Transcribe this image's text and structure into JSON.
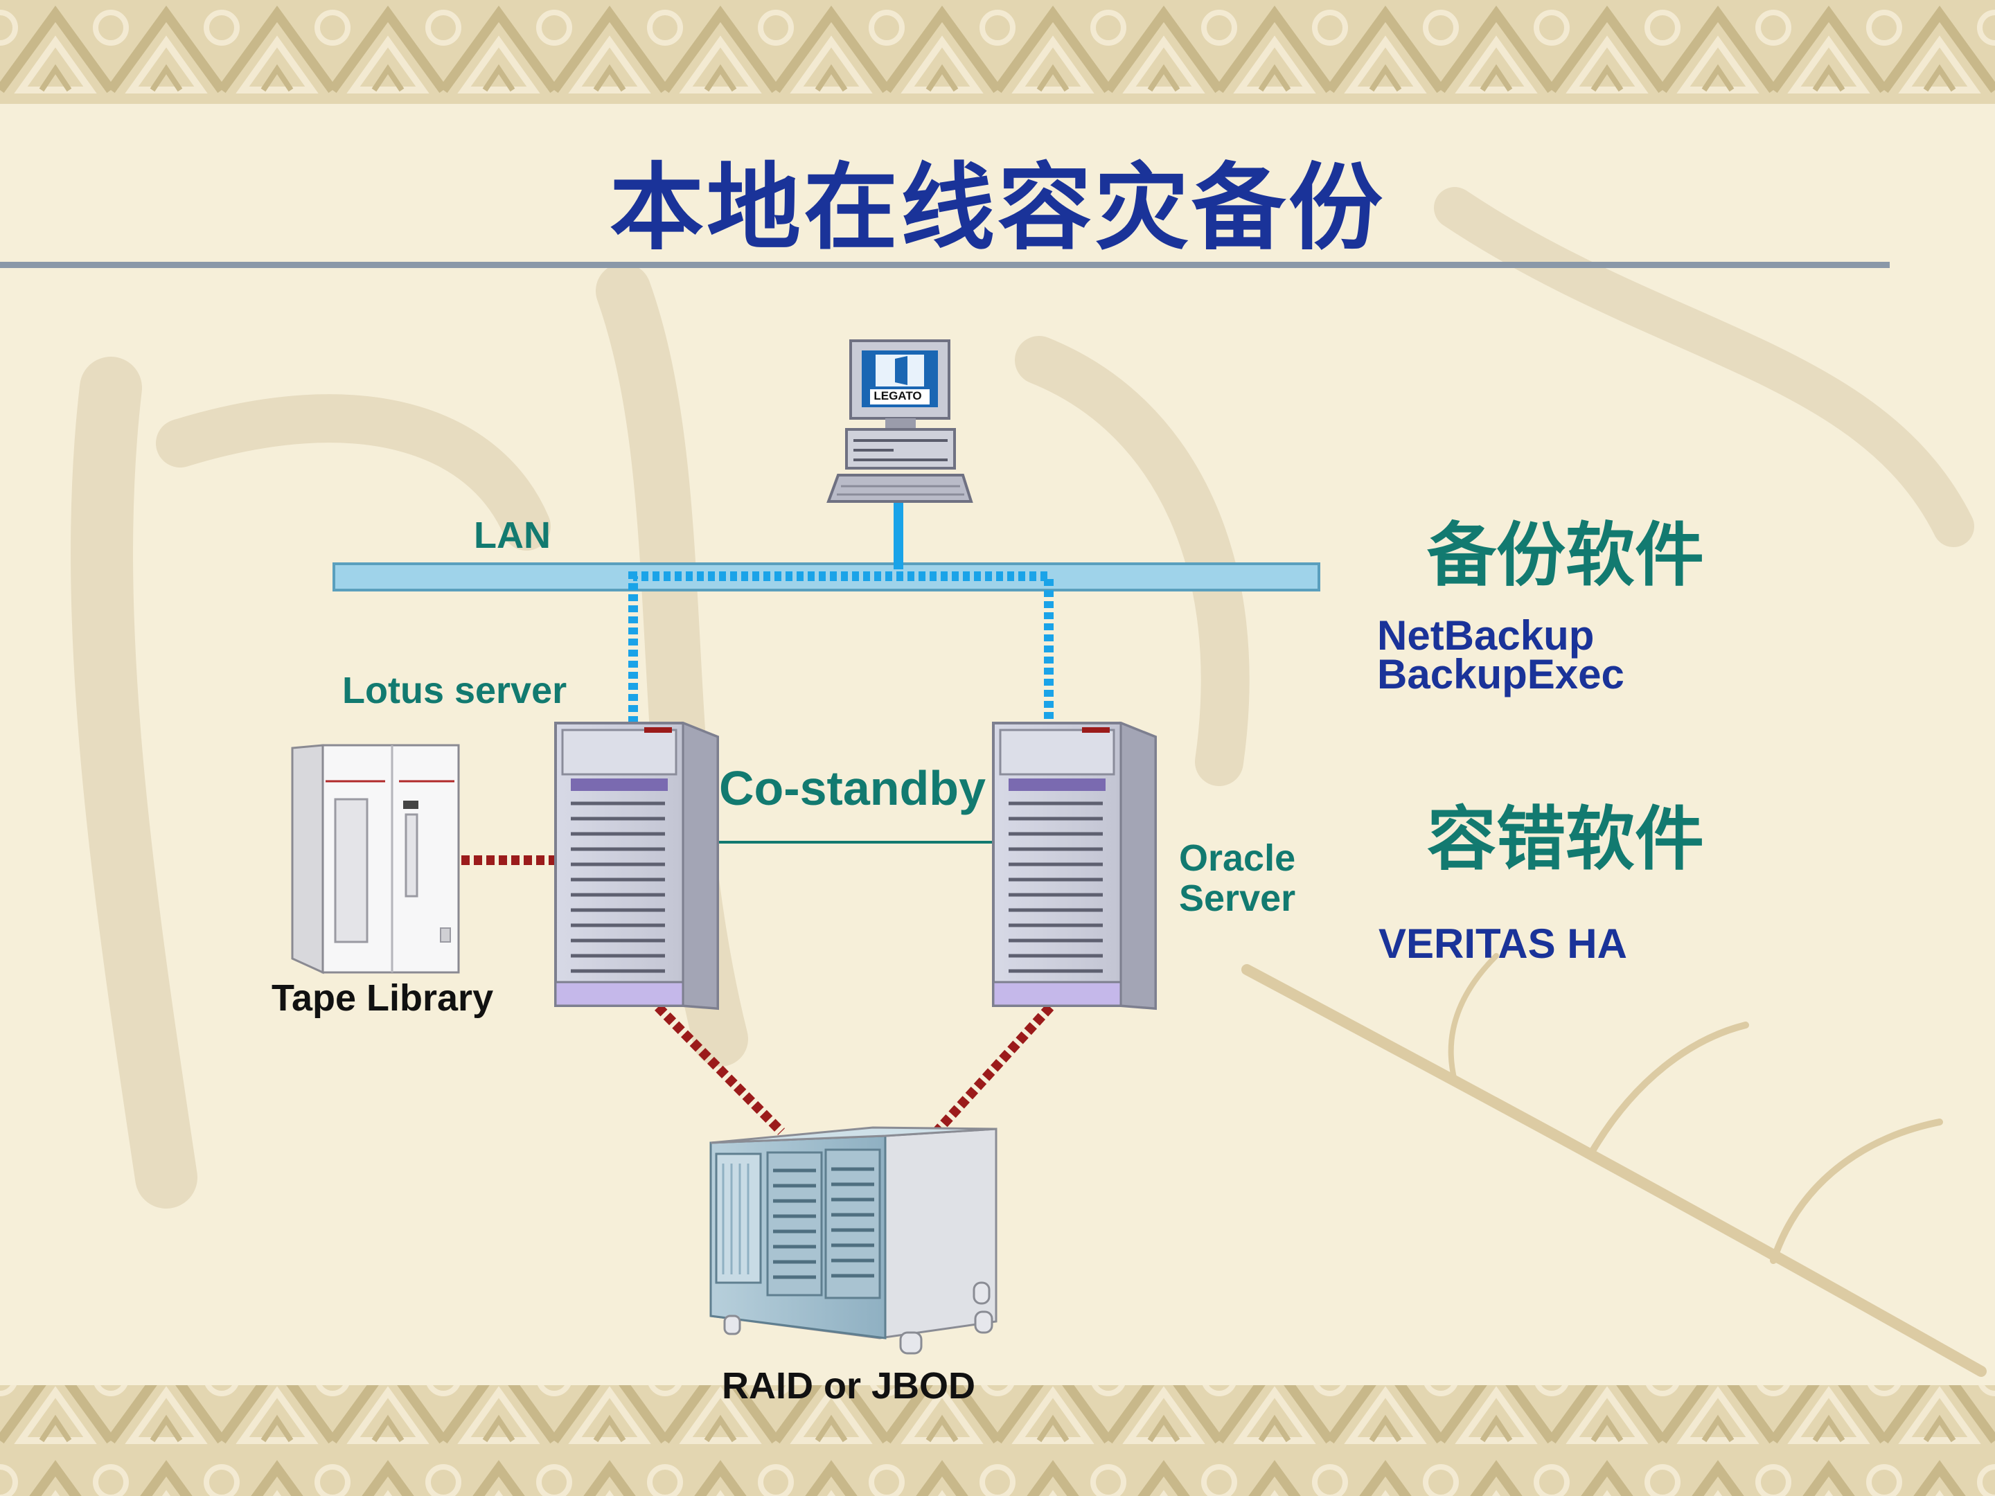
{
  "slide": {
    "title": "本地在线容灾备份",
    "colors": {
      "title": "#1a3399",
      "label": "#127a70",
      "software": "#1a3399",
      "lan_bus": "#9fd3ea",
      "fibre": "#9b1b1b",
      "network": "#1aa3e8"
    }
  },
  "diagram": {
    "nodes": [
      {
        "id": "legato-workstation",
        "icon": "desktop-computer-icon",
        "badge": "LEGATO"
      },
      {
        "id": "lotus-server",
        "icon": "tower-server-icon",
        "label": "Lotus server"
      },
      {
        "id": "oracle-server",
        "icon": "tower-server-icon",
        "label_lines": [
          "Oracle",
          "Server"
        ]
      },
      {
        "id": "tape-library",
        "icon": "tape-library-icon",
        "label": "Tape Library"
      },
      {
        "id": "raid-array",
        "icon": "disk-array-icon",
        "label": "RAID or JBOD"
      }
    ],
    "network": {
      "label": "LAN"
    },
    "link_label": "Co-standby"
  },
  "software": {
    "backup": {
      "heading": "备份软件",
      "lines": [
        "NetBackup",
        "BackupExec"
      ]
    },
    "fault_tolerance": {
      "heading": "容错软件",
      "product": "VERITAS HA"
    }
  }
}
